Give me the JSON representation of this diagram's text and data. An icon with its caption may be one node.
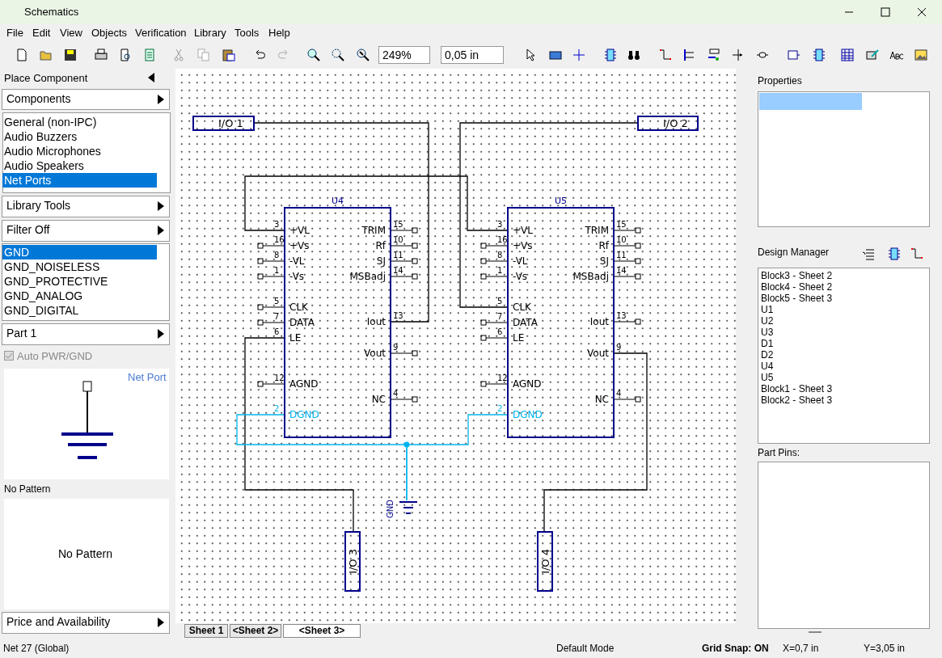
{
  "diagram": {
    "nodes": [
      {
        "text": [
          "I/O 1"
        ]
      },
      {
        "text": [
          "I/O 2"
        ]
      },
      {
        "text": [
          "U4",
          "+VL",
          "+Vs",
          "-VL",
          "-Vs",
          "CLK",
          "DATA",
          "LE",
          "AGND",
          "DGND",
          "TRIM",
          "Rf",
          "SJ",
          "MSBadj",
          "Iout",
          "Vout",
          "NC"
        ],
        "beside": [
          "3",
          "16",
          "8",
          "1",
          "5",
          "7",
          "6",
          "12",
          "2",
          "15",
          "10",
          "11",
          "14",
          "13",
          "9",
          "4"
        ]
      },
      {
        "text": [
          "U5",
          "+VL",
          "+Vs",
          "-VL",
          "-Vs",
          "CLK",
          "DATA",
          "LE",
          "AGND",
          "DGND",
          "TRIM",
          "Rf",
          "SJ",
          "MSBadj",
          "Iout",
          "Vout",
          "NC"
        ],
        "beside": [
          "3",
          "16",
          "8",
          "1",
          "5",
          "7",
          "6",
          "12",
          "2",
          "15",
          "10",
          "11",
          "14",
          "13",
          "9",
          "4"
        ]
      },
      {
        "text": [],
        "shape": "picture",
        "beside": [
          "GND"
        ]
      },
      {
        "text": [
          "I/O 3"
        ]
      },
      {
        "text": [
          "I/O 4"
        ]
      }
    ],
    "edges": [
      {
        "from": 0,
        "to": 2,
        "arrow": "none"
      },
      {
        "from": 1,
        "to": 3,
        "arrow": "none"
      },
      {
        "from": 2,
        "to": 3,
        "arrow": "none"
      },
      {
        "from": 2,
        "to": 5,
        "arrow": "none"
      },
      {
        "from": 3,
        "to": 6,
        "arrow": "none"
      },
      {
        "from": 2,
        "to": 4,
        "arrow": "none",
        "color": "#00b4f0"
      },
      {
        "from": 3,
        "to": 4,
        "arrow": "none",
        "color": "#00b4f0"
      }
    ],
    "labels": [
      "Schematics",
      "File",
      "Edit",
      "View",
      "Objects",
      "Verification",
      "Library",
      "Tools",
      "Help",
      "249%",
      "0,05 in",
      "Place Component",
      "Components",
      "General (non-IPC)",
      "Audio Buzzers",
      "Audio Microphones",
      "Audio Speakers",
      "Net Ports",
      "Library Tools",
      "Filter Off",
      "GND",
      "GND_NOISELESS",
      "GND_PROTECTIVE",
      "GND_ANALOG",
      "GND_DIGITAL",
      "Part 1",
      "Auto PWR/GND",
      "Net Port",
      "No Pattern",
      "No Pattern",
      "Price and Availability",
      "Properties",
      "Design Manager",
      "Block3 - Sheet 2",
      "Block4 - Sheet 2",
      "Block5 - Sheet 3",
      "U1",
      "U2",
      "U3",
      "D1",
      "D2",
      "U4",
      "U5",
      "Block1 - Sheet 3",
      "Block2 - Sheet 3",
      "Part Pins:",
      "Sheet 1",
      "<Sheet 2>",
      "<Sheet 3>",
      "Net 27 (Global)",
      "Default Mode",
      "Grid Snap: ON",
      "X=0,7 in",
      "Y=3,05 in"
    ]
  }
}
